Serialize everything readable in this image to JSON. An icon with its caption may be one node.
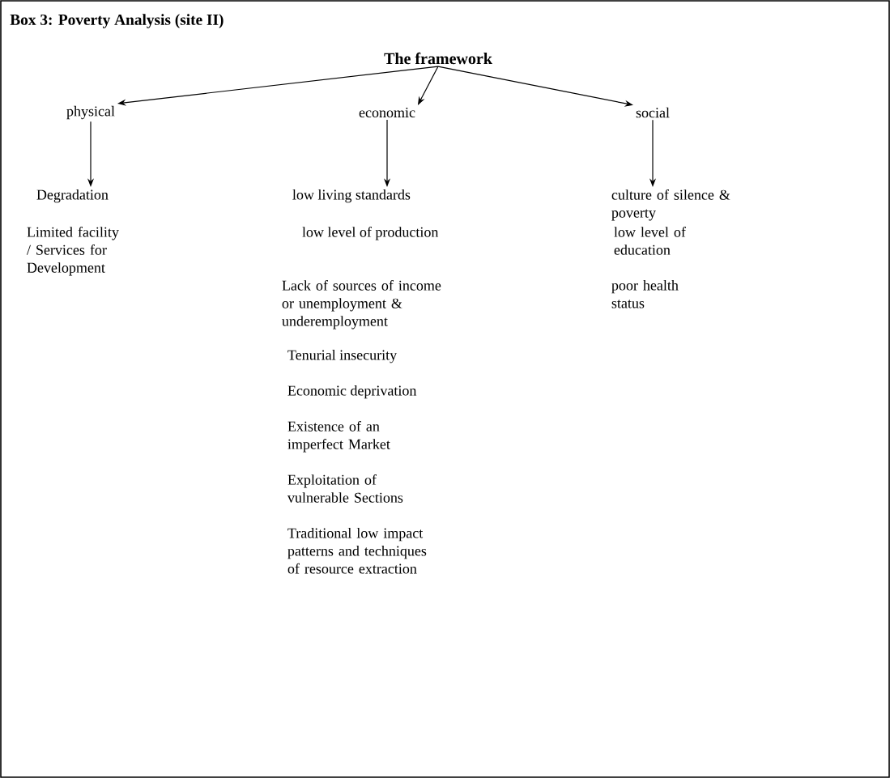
{
  "diagram": {
    "title": "Box 3:  Poverty Analysis  (site II)",
    "nodes": [
      {
        "text": [
          "The framework"
        ]
      },
      {
        "text": [
          "physical"
        ]
      },
      {
        "text": [
          "economic"
        ]
      },
      {
        "text": [
          "social"
        ]
      },
      {
        "text": [
          "Degradation"
        ]
      },
      {
        "text": [
          "low living standards"
        ]
      },
      {
        "text": [
          "culture of silence & poverty"
        ]
      }
    ],
    "edges": [
      {
        "from": 0,
        "to": 1,
        "arrow": "to"
      },
      {
        "from": 0,
        "to": 2,
        "arrow": "to"
      },
      {
        "from": 0,
        "to": 3,
        "arrow": "to"
      },
      {
        "from": 1,
        "to": 4,
        "arrow": "to"
      },
      {
        "from": 2,
        "to": 5,
        "arrow": "to"
      },
      {
        "from": 3,
        "to": 6,
        "arrow": "to"
      }
    ],
    "labels": [
      "Limited facility / Services for Development",
      "low level of production",
      "low level of education",
      "Lack of sources of income or unemployment & underemployment",
      "poor health status",
      "Tenurial insecurity",
      "Economic deprivation",
      "Existence of an imperfect Market",
      "Exploitation of vulnerable Sections",
      "Traditional low impact patterns and techniques of resource extraction"
    ]
  }
}
